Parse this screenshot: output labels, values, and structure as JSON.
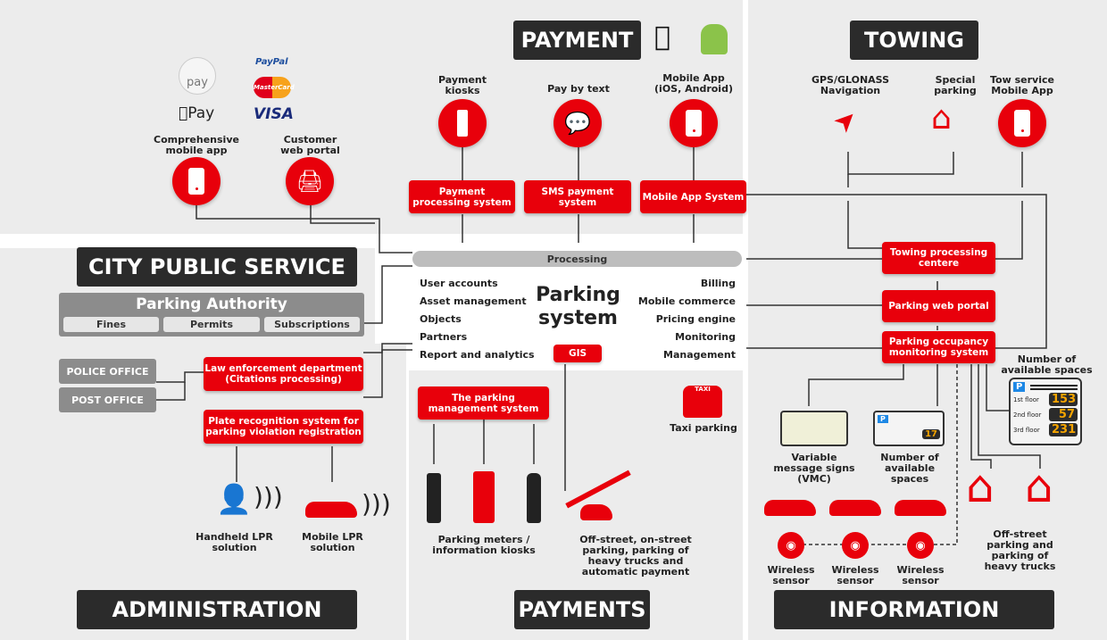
{
  "headers": {
    "payment": "PAYMENT",
    "towing": "TOWING",
    "city": "CITY PUBLIC SERVICE",
    "administration": "ADMINISTRATION",
    "payments": "PAYMENTS",
    "information": "INFORMATION"
  },
  "payment_logos": {
    "android_pay": "pay",
    "apple_pay": "Pay",
    "paypal": "PayPal",
    "mastercard": "MasterCard",
    "visa": "VISA"
  },
  "top_left": {
    "mobile_app": "Comprehensive mobile app",
    "web_portal": "Customer web portal"
  },
  "payment": {
    "kiosks": "Payment kiosks",
    "pay_by_text": "Pay by text",
    "mobile_app": "Mobile App (iOS, Android)",
    "processing_system": "Payment processing system",
    "sms_system": "SMS payment system",
    "app_system": "Mobile App System"
  },
  "towing": {
    "gps": "GPS/GLONASS Navigation",
    "special_parking": "Special parking",
    "tow_app": "Tow service Mobile App",
    "processing_centre": "Towing processing centere",
    "web_portal": "Parking web portal",
    "occupancy": "Parking occupancy monitoring system"
  },
  "core": {
    "processing": "Processing",
    "title": "Parking system",
    "left_items": [
      "User accounts",
      "Asset management",
      "Objects",
      "Partners",
      "Report and analytics"
    ],
    "right_items": [
      "Billing",
      "Mobile commerce",
      "Pricing engine",
      "Monitoring",
      "Management"
    ],
    "gis": "GIS"
  },
  "authority": {
    "title": "Parking Authority",
    "tabs": [
      "Fines",
      "Permits",
      "Subscriptions"
    ]
  },
  "admin": {
    "police": "POLICE OFFICE",
    "post": "POST OFFICE",
    "law": "Law enforcement department (Citations processing)",
    "plate": "Plate recognition system for parking violation registration",
    "handheld": "Handheld LPR solution",
    "mobile_lpr": "Mobile LPR solution"
  },
  "payments_bottom": {
    "management": "The parking management system",
    "taxi_badge": "TAXI",
    "taxi": "Taxi parking",
    "meters": "Parking meters / information kiosks",
    "offstreet": "Off-street, on-street parking, parking of heavy trucks and automatic payment"
  },
  "info": {
    "available_title": "Number of available spaces",
    "floors": [
      {
        "label": "1st floor",
        "value": "153"
      },
      {
        "label": "2nd floor",
        "value": "57"
      },
      {
        "label": "3rd floor",
        "value": "231"
      }
    ],
    "vmc": "Variable message signs (VMC)",
    "available_small": "Number of available spaces",
    "small_value": "17",
    "p": "P",
    "sensors": [
      "Wireless sensor",
      "Wireless sensor",
      "Wireless sensor"
    ],
    "offstreet": "Off-street parking and parking of heavy trucks"
  }
}
